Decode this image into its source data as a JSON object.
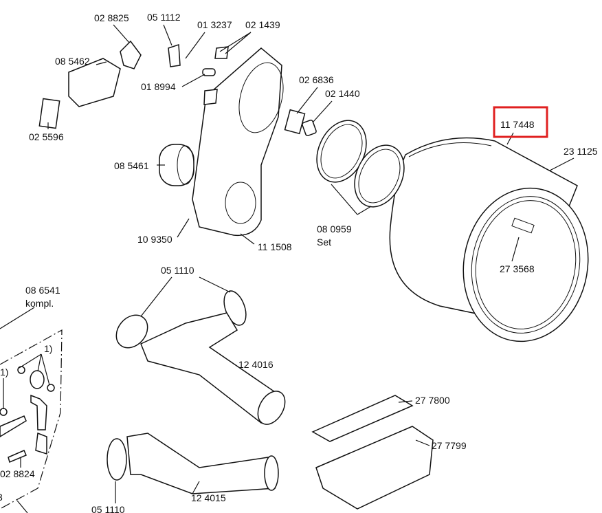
{
  "title": "Exploded parts diagram",
  "highlight_color": "#e02020",
  "highlighted_part": "11 7448",
  "labels": {
    "p028825": "02 8825",
    "p051112": "05 1112",
    "p013237": "01 3237",
    "p021439": "02 1439",
    "p085462": "08 5462",
    "p018994": "01 8994",
    "p026836": "02 6836",
    "p021440": "02 1440",
    "p025596": "02 5596",
    "p117448": "11 7448",
    "p231125": "23 1125",
    "p085461": "08 5461",
    "p080959": "08 0959",
    "set": "Set",
    "p109350": "10 9350",
    "p111508": "11 1508",
    "p273568": "27 3568",
    "p051110a": "05 1110",
    "p086541": "08 6541",
    "kompl": "kompl.",
    "note1a": "1)",
    "note1b": "1)",
    "p124016": "12 4016",
    "p277800": "27 7800",
    "p277799": "27 7799",
    "p028824": "02 8824",
    "p3": "3",
    "p124015": "12 4015",
    "p051110b": "05 1110"
  }
}
